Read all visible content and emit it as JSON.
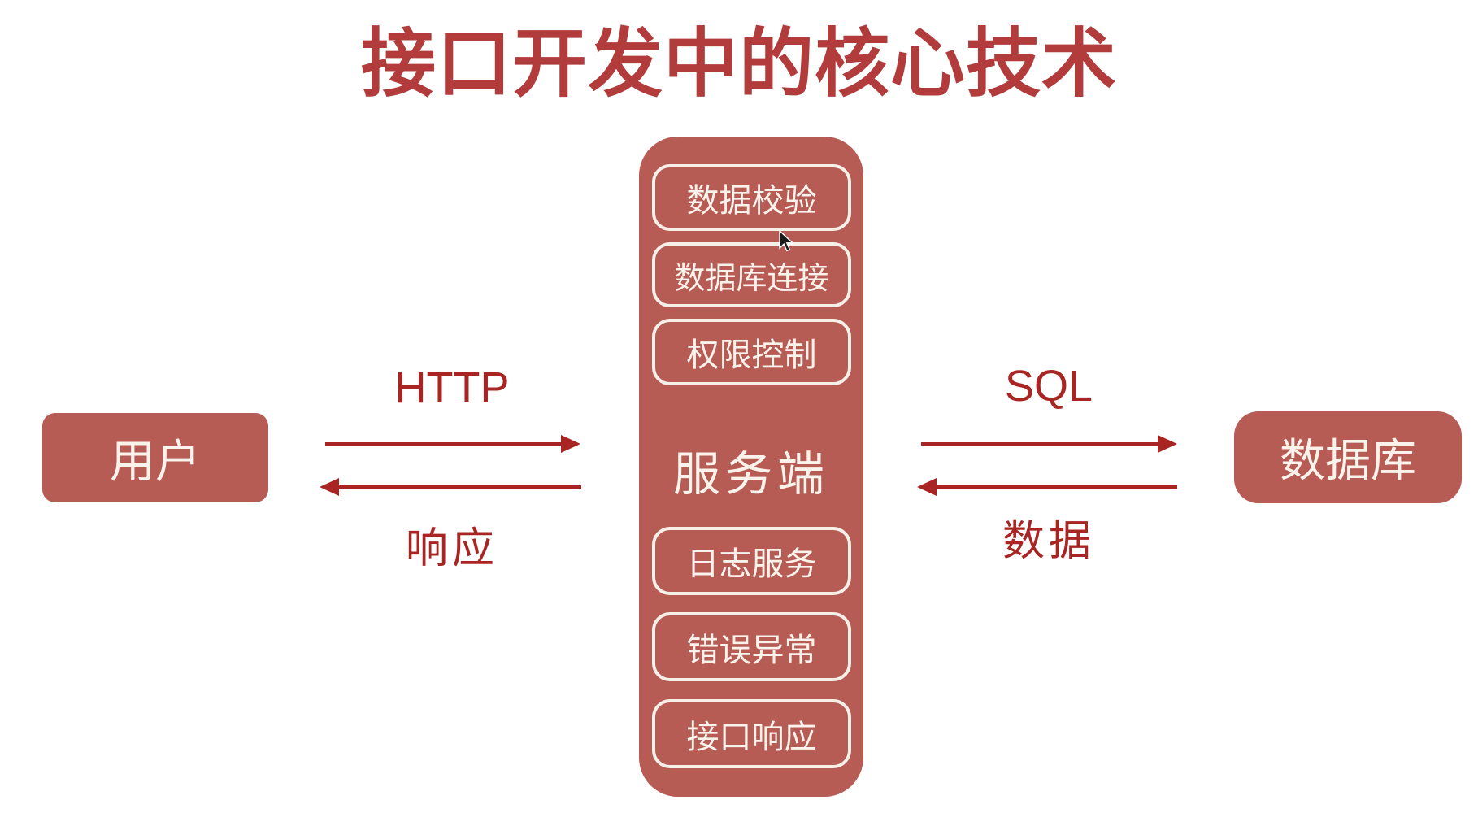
{
  "title": "接口开发中的核心技术",
  "left_node": {
    "label": "用户"
  },
  "center_node": {
    "label": "服务端",
    "modules_top": [
      "数据校验",
      "数据库连接",
      "权限控制"
    ],
    "modules_bottom": [
      "日志服务",
      "错误异常",
      "接口响应"
    ]
  },
  "right_node": {
    "label": "数据库"
  },
  "flows": {
    "user_to_server": {
      "label": "HTTP",
      "direction": "right"
    },
    "server_to_user": {
      "label": "响应",
      "direction": "left"
    },
    "server_to_db": {
      "label": "SQL",
      "direction": "right"
    },
    "db_to_server": {
      "label": "数据",
      "direction": "left"
    }
  },
  "icons": {
    "mouse_cursor": "black-arrow-pointer"
  },
  "colors": {
    "background": "#ffffff",
    "node_fill": "#b75b55",
    "node_text": "#f9f3ec",
    "inner_border": "#f7f0e8",
    "arrow": "#a92523",
    "title": "#b23c3c"
  }
}
